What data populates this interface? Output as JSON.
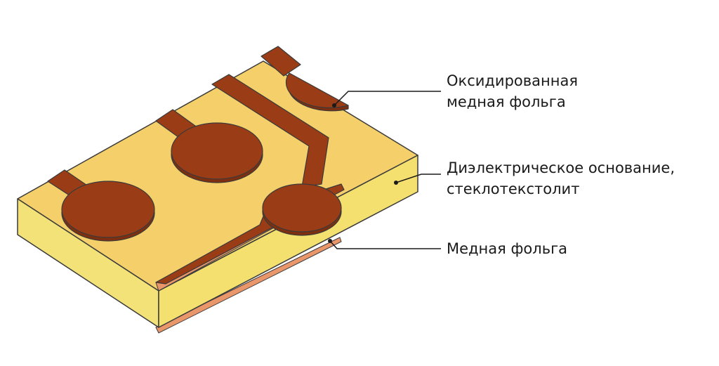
{
  "labels": {
    "oxidized_foil": {
      "line1": "Оксидированная",
      "line2": "медная фольга"
    },
    "dielectric_base": {
      "line1": "Диэлектрическое основание,",
      "line2": "стеклотекстолит"
    },
    "copper_foil": {
      "line1": "Медная фольга"
    }
  },
  "colors": {
    "board_top": "#f5d06a",
    "board_front": "#f2e278",
    "board_side": "#f3e06e",
    "oxidized_copper": "#9a3d17",
    "copper_foil": "#e8966a",
    "outline": "#3a3a3a",
    "leader": "#1a1a1a"
  }
}
